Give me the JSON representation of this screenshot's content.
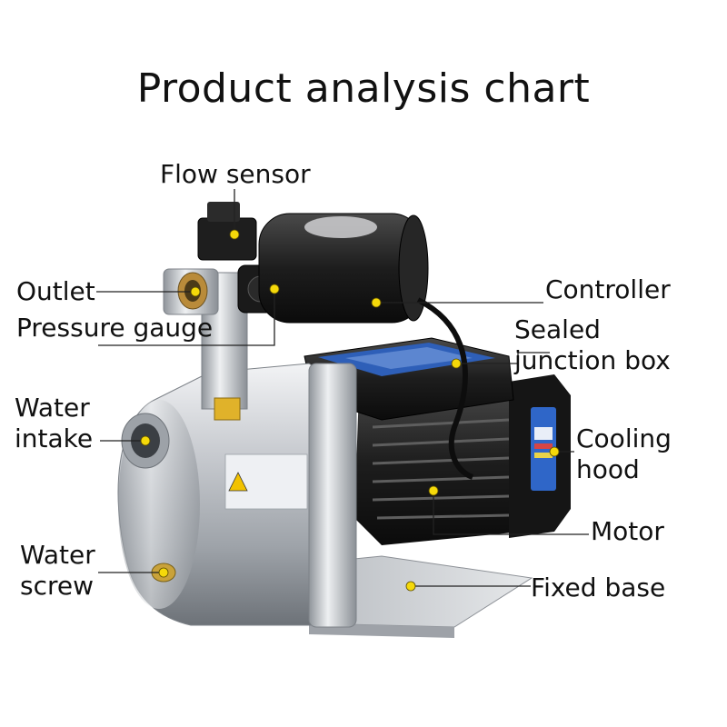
{
  "title": "Product analysis chart",
  "labels": {
    "flow_sensor": "Flow sensor",
    "outlet": "Outlet",
    "pressure_gauge": "Pressure gauge",
    "water_intake_1": "Water",
    "water_intake_2": "intake",
    "water_screw_1": "Water",
    "water_screw_2": "screw",
    "controller": "Controller",
    "sealed_junction_box_1": "Sealed",
    "sealed_junction_box_2": "junction box",
    "cooling_hood_1": "Cooling",
    "cooling_hood_2": "hood",
    "motor": "Motor",
    "fixed_base": "Fixed base"
  },
  "colors": {
    "marker": "#f5d90a",
    "steel": "#c9ccd0",
    "motor_body": "#1c1c1c",
    "sticker": "#2f66c8"
  }
}
